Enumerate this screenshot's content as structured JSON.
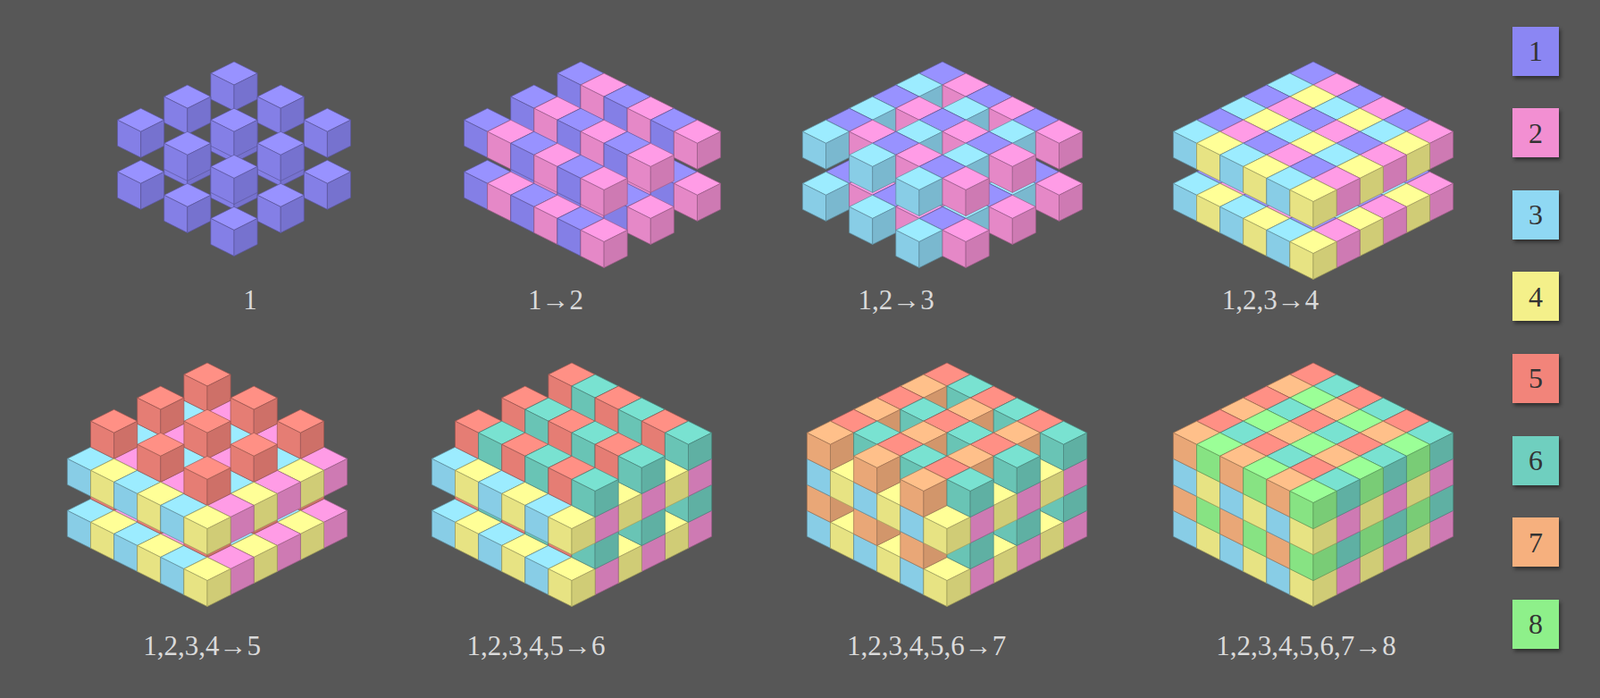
{
  "diagram": {
    "labels": [
      "1",
      "1→2",
      "1,2→3",
      "1,2,3→4",
      "1,2,3,4→5",
      "1,2,3,4,5→6",
      "1,2,3,4,5,6→7",
      "1,2,3,4,5,6,7→8"
    ],
    "legend": [
      {
        "text": "1",
        "color": "#8b86f3"
      },
      {
        "text": "2",
        "color": "#f28fd2"
      },
      {
        "text": "3",
        "color": "#8fd8f3"
      },
      {
        "text": "4",
        "color": "#f4f08a"
      },
      {
        "text": "5",
        "color": "#f2847a"
      },
      {
        "text": "6",
        "color": "#6fcfbf"
      },
      {
        "text": "7",
        "color": "#f6b07e"
      },
      {
        "text": "8",
        "color": "#8ef08a"
      }
    ]
  }
}
